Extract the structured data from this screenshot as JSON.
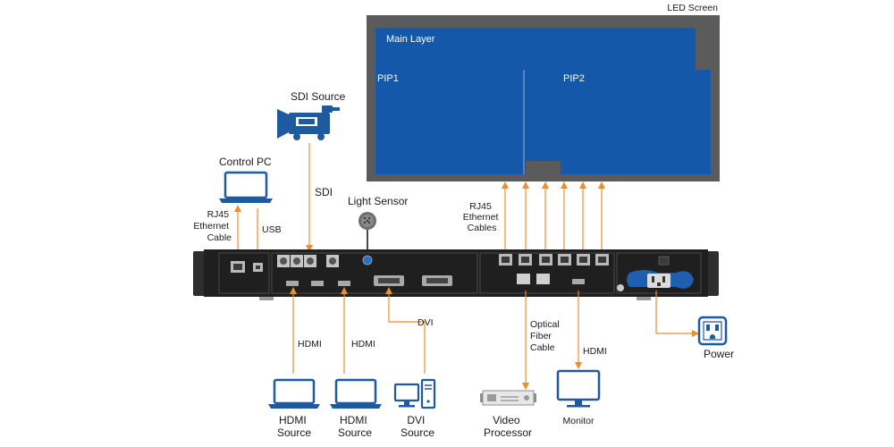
{
  "led_screen": {
    "title": "LED Screen",
    "main_layer": "Main Layer",
    "pip1": "PIP1",
    "pip2": "PIP2",
    "colors": {
      "frame": "#5b5b5b",
      "panel": "#1557a8"
    }
  },
  "sources": {
    "sdi_source": "SDI Source",
    "sdi": "SDI",
    "control_pc": "Control PC",
    "rj45_line1": "RJ45",
    "rj45_line2": "Ethernet",
    "rj45_line3": "Cable",
    "usb": "USB",
    "light_sensor": "Light Sensor"
  },
  "outputs": {
    "rj45_line1": "RJ45",
    "rj45_line2": "Ethernet",
    "rj45_line3": "Cables"
  },
  "bottom": {
    "hdmi_1": "HDMI",
    "hdmi_2": "HDMI",
    "dvi": "DVI",
    "optical_line1": "Optical",
    "optical_line2": "Fiber",
    "optical_line3": "Cable",
    "hdmi_monitor": "HDMI",
    "hdmi_source_1_l1": "HDMI",
    "hdmi_source_1_l2": "Source",
    "hdmi_source_2_l1": "HDMI",
    "hdmi_source_2_l2": "Source",
    "dvi_source_l1": "DVI",
    "dvi_source_l2": "Source",
    "video_processor_l1": "Video",
    "video_processor_l2": "Processor",
    "monitor": "Monitor",
    "power": "Power"
  },
  "wire_color": "#e8902e",
  "icon_color": "#1e5aa0"
}
